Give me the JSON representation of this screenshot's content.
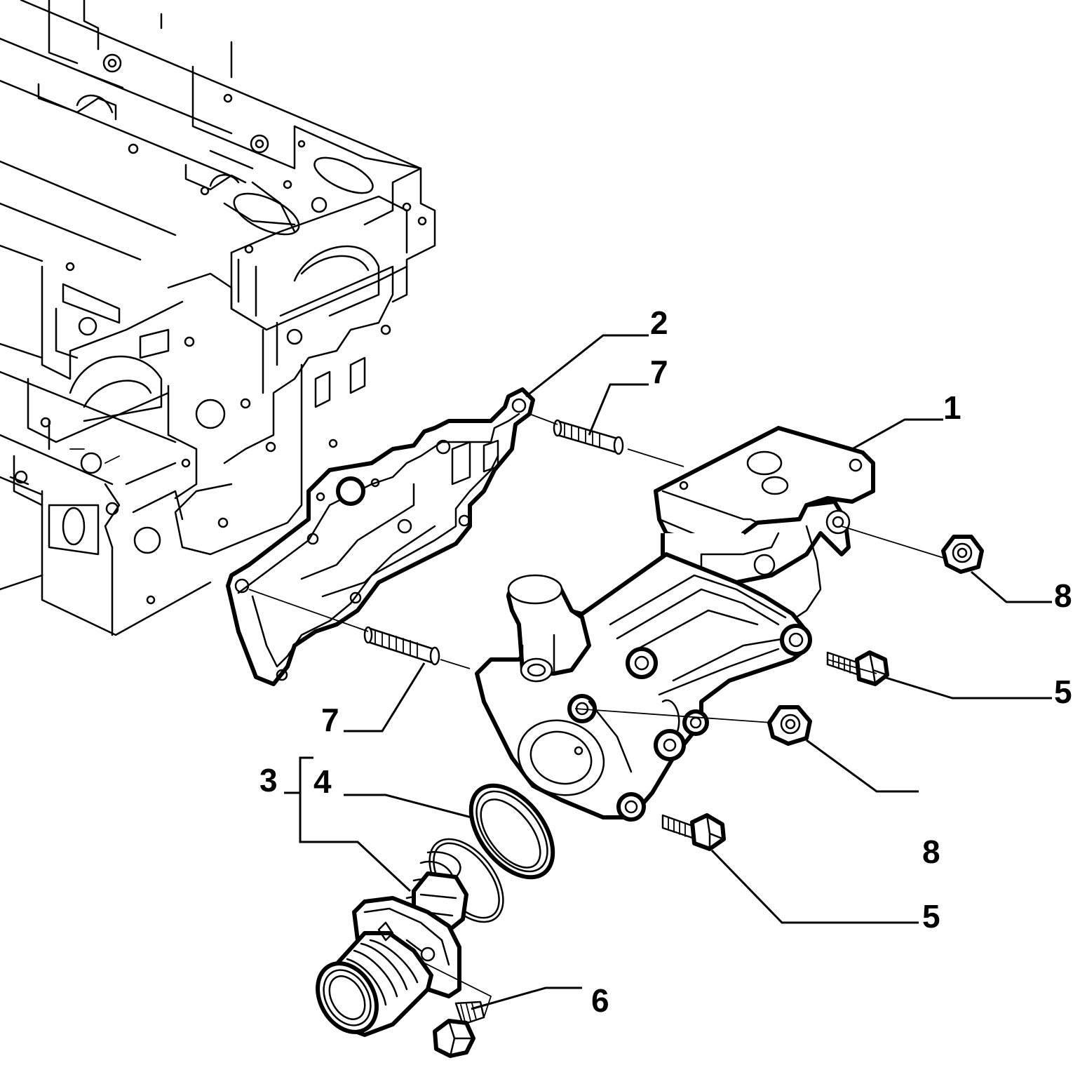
{
  "callouts": [
    {
      "id": "c1",
      "label": "1"
    },
    {
      "id": "c2",
      "label": "2"
    },
    {
      "id": "c3",
      "label": "3"
    },
    {
      "id": "c4",
      "label": "4"
    },
    {
      "id": "c5a",
      "label": "5"
    },
    {
      "id": "c5b",
      "label": "5"
    },
    {
      "id": "c6",
      "label": "6"
    },
    {
      "id": "c7a",
      "label": "7"
    },
    {
      "id": "c7b",
      "label": "7"
    },
    {
      "id": "c8a",
      "label": "8"
    },
    {
      "id": "c8b",
      "label": "8"
    }
  ]
}
